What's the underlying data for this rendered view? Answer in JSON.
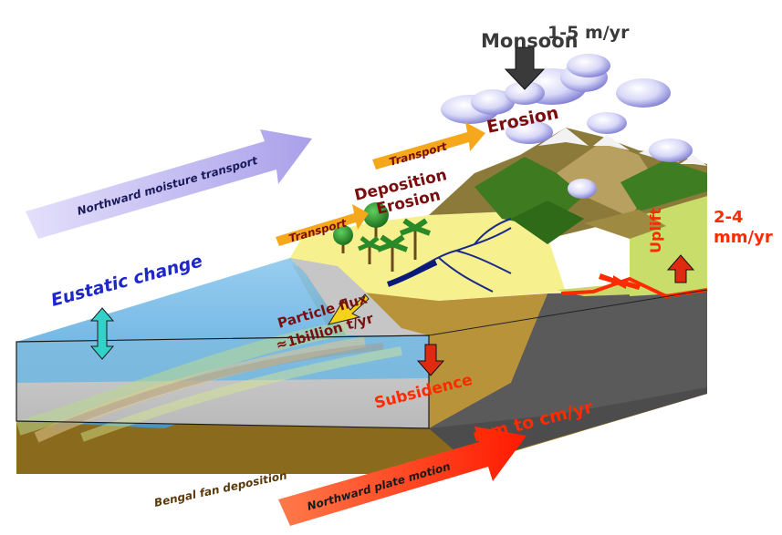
{
  "labels": {
    "monsoon": "Monsoon",
    "rainfall_rate": "1-5 m/yr",
    "erosion_top": "Erosion",
    "transport_top": "Transport",
    "deposition": "Deposition",
    "erosion_mid": "Erosion",
    "transport_left": "Transport",
    "northward_moisture": "Northward moisture transport",
    "eustatic": "Eustatic change",
    "particle_flux_line1": "Particle flux",
    "particle_flux_line2": "≈1billion t/yr",
    "subsidence": "Subsidence",
    "uplift": "Uplift",
    "uplift_rate_line1": "2-4",
    "uplift_rate_line2": "mm/yr",
    "plate_rate": "mm to cm/yr",
    "plate_motion": "Northward plate motion",
    "bengal_fan": "Bengal fan deposition"
  },
  "colors": {
    "ocean": "#4aa8dc",
    "sea_floor": "#c8c8c8",
    "sediment": "#8a6a1c",
    "crust": "#505050",
    "plain": "#f5f08c",
    "mountain_green": "#4a7a2a",
    "snow": "#f2f2f2",
    "moisture_arrow": "#c0b8f0",
    "plate_arrow": "#ff2a00",
    "transport_arrow": "#f5a81c",
    "label_dark_red": "#7a0e0e",
    "label_red": "#ff2a00",
    "label_blue": "#1e28c8"
  }
}
